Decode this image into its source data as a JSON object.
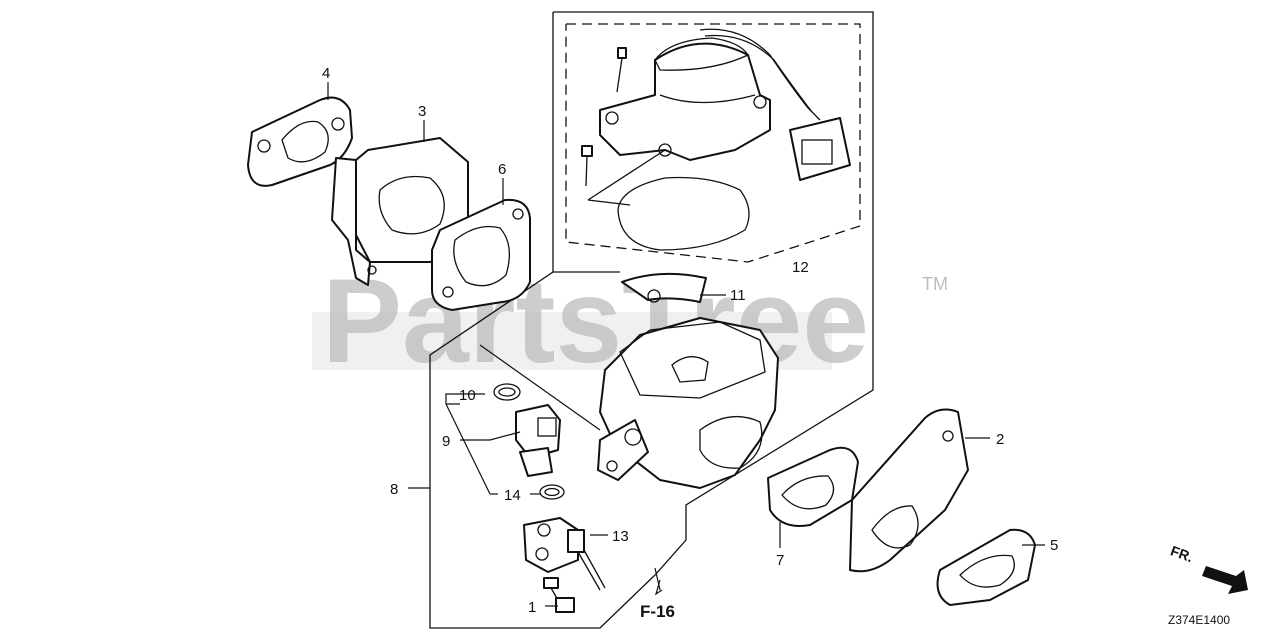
{
  "watermark": {
    "text": "PartsTree",
    "trademark": "TM"
  },
  "callouts": [
    {
      "id": "c1",
      "label": "1"
    },
    {
      "id": "c2",
      "label": "2"
    },
    {
      "id": "c3",
      "label": "3"
    },
    {
      "id": "c4",
      "label": "4"
    },
    {
      "id": "c5",
      "label": "5"
    },
    {
      "id": "c6",
      "label": "6"
    },
    {
      "id": "c7",
      "label": "7"
    },
    {
      "id": "c8",
      "label": "8"
    },
    {
      "id": "c9",
      "label": "9"
    },
    {
      "id": "c10",
      "label": "10"
    },
    {
      "id": "c11",
      "label": "11"
    },
    {
      "id": "c12",
      "label": "12"
    },
    {
      "id": "c13",
      "label": "13"
    },
    {
      "id": "c14",
      "label": "14"
    }
  ],
  "reference": "F-16",
  "front_marker": "FR.",
  "diagram_code": "Z374E1400"
}
